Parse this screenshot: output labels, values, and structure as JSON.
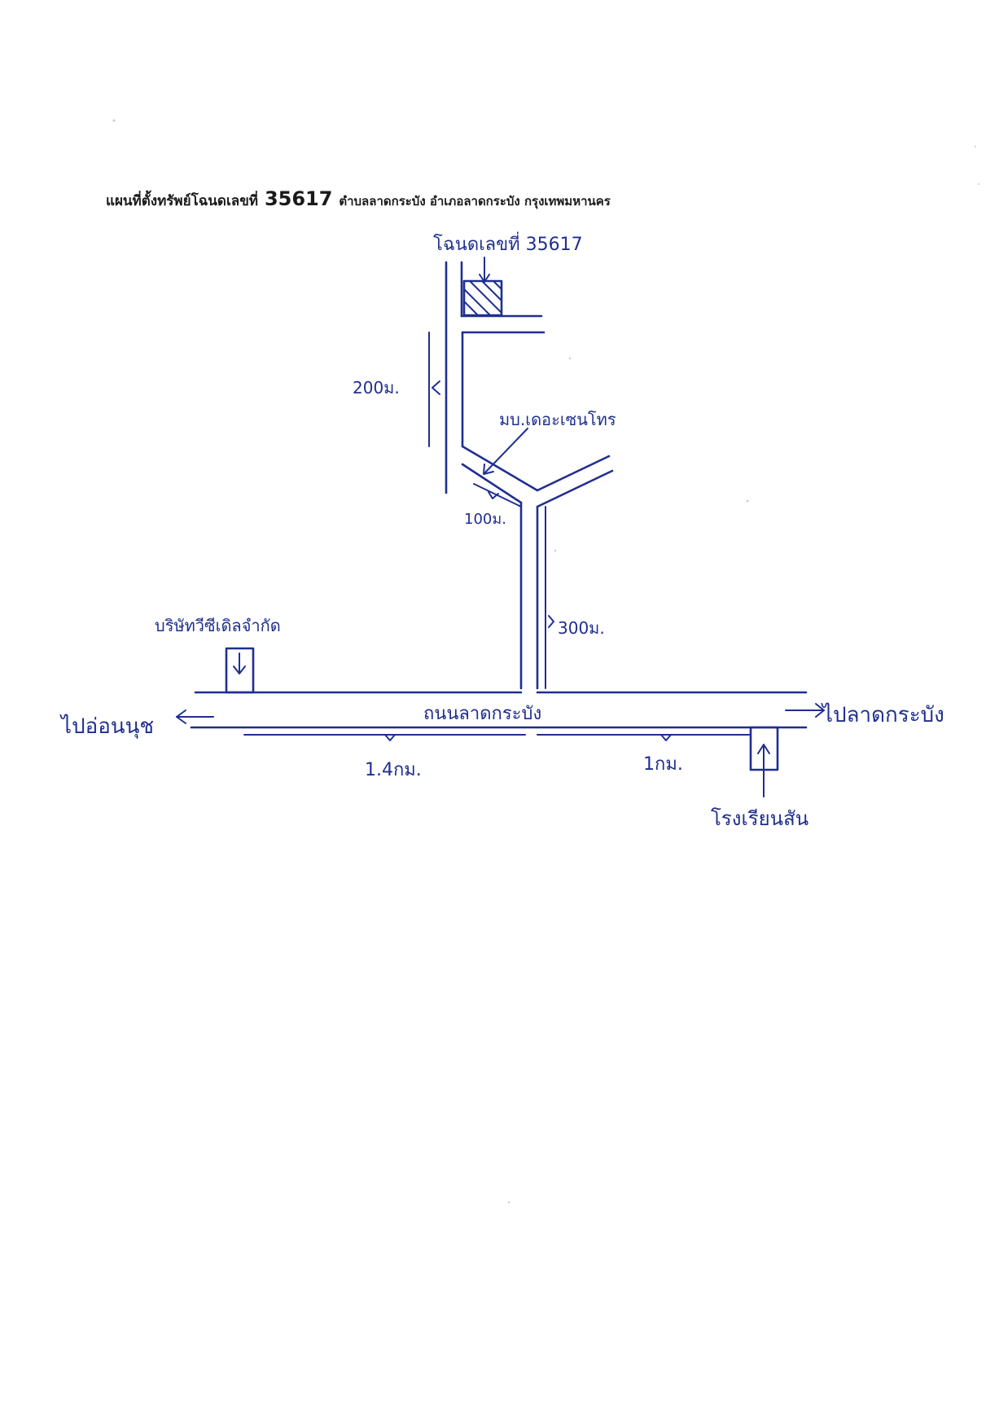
{
  "title": {
    "prefix": "แผนที่ตั้งทรัพย์โฉนดเลขที่",
    "deed_number": "35617",
    "suffix": "ตำบลลาดกระบัง อำเภอลาดกระบัง กรุงเทพมหานคร"
  },
  "labels": {
    "deed_label": "โฉนดเลขที่ 35617",
    "distance_200": "200ม.",
    "village": "มบ.เดอะเซนโทร",
    "distance_100": "100ม.",
    "distance_300": "300ม.",
    "company": "บริษัทวีซีเดิลจำกัด",
    "main_road": "ถนนลาดกระบัง",
    "to_west": "ไปอ่อนนุช",
    "to_east": "ไปลาดกระบัง",
    "distance_west": "1.4กม.",
    "distance_east": "1กม.",
    "school": "โรงเรียนสัน"
  },
  "colors": {
    "ink": "#1f2f8f",
    "title_text": "#1a1a1a",
    "paper": "#ffffff"
  }
}
